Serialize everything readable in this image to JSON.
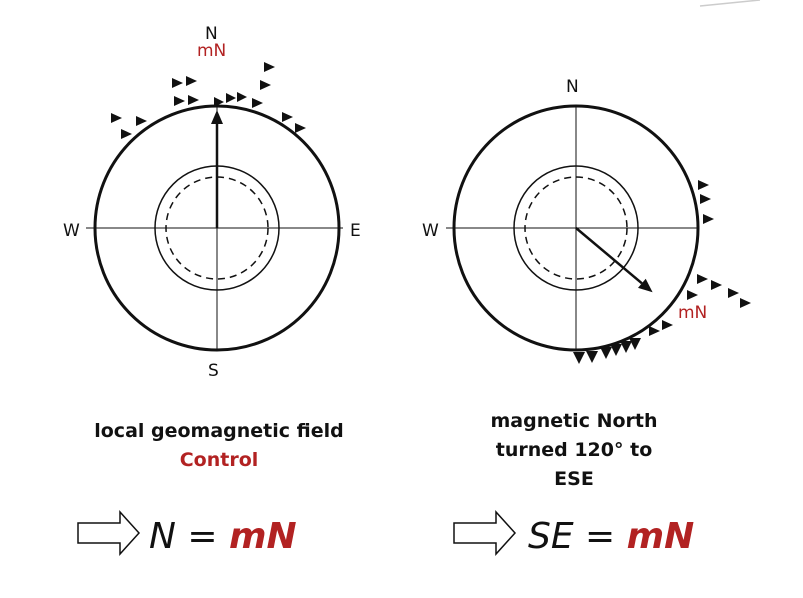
{
  "colors": {
    "accent": "#b22222",
    "ink": "#111111"
  },
  "left_panel": {
    "labels": {
      "n": "N",
      "mn": "mN",
      "w": "W",
      "e": "E",
      "s": "S"
    },
    "caption_line1": "local geomagnetic field",
    "caption_line2": "Control",
    "equation": {
      "lhs": "N",
      "eq": " = ",
      "rhs": "mN"
    },
    "needle_heading_deg": 0
  },
  "right_panel": {
    "labels": {
      "n": "N",
      "w": "W",
      "mn": "mN"
    },
    "caption_lines": [
      "magnetic North",
      "turned 120° to",
      "ESE"
    ],
    "equation": {
      "lhs": "SE",
      "eq": " = ",
      "rhs": "mN"
    },
    "needle_heading_deg": 130
  },
  "icons": {
    "arrow": "right-outline-arrow-icon",
    "bird": "triangle-marker-icon"
  }
}
